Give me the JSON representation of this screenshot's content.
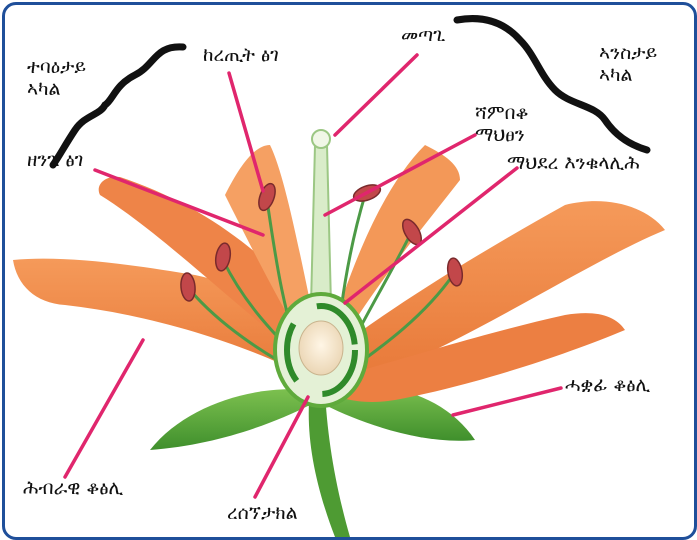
{
  "labels": {
    "stigma": "መጣጊ",
    "anther": "ከረጢት ፅገ",
    "style": "ሻምበቆ\nማህፀን",
    "ovary": "ማህደረ እንቁላሊሕ",
    "filament": "ዘንጊ ፅገ",
    "male_part": "ተባዕታይ\nኣካል",
    "female_part": "ኣንስታይ\nኣካል",
    "petal": "ሕብራዊ ቆፅሊ",
    "sepal": "ሓቋፊ ቆፅሊ",
    "receptacle": "ረሰኘታክል"
  },
  "colors": {
    "frame": "#1f4f9a",
    "pointer_line": "#e0266d",
    "petal": "#f08a4b",
    "leaf": "#5faa3c",
    "anther": "#c2474a",
    "filament": "#4c9a46"
  }
}
